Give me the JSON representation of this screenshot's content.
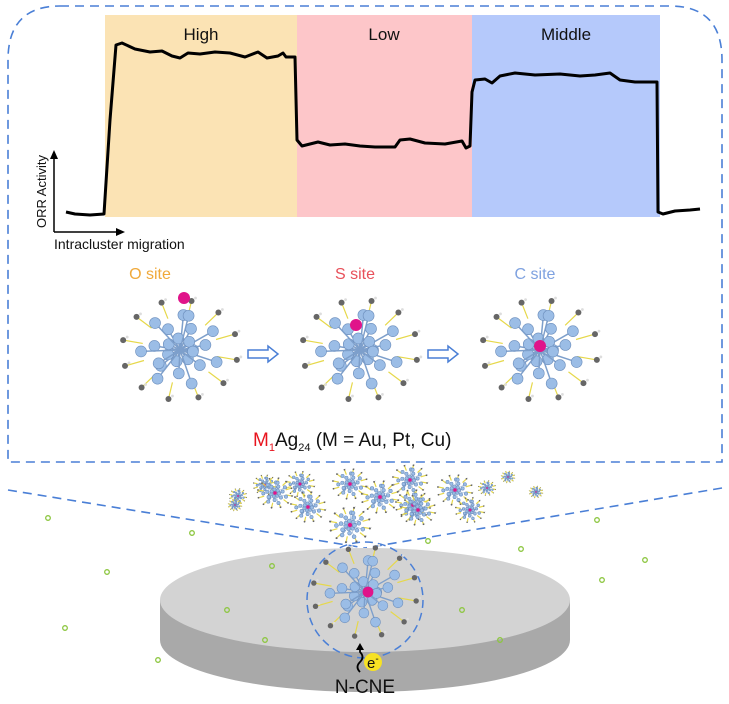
{
  "chart": {
    "bands": [
      {
        "label": "High",
        "color": "#fbe3b4"
      },
      {
        "label": "Low",
        "color": "#fdc6c9"
      },
      {
        "label": "Middle",
        "color": "#b5c9fb"
      }
    ],
    "ylabel": "ORR Activity",
    "xlabel": "Intracluster migration"
  },
  "sites": [
    {
      "label": "O site",
      "color": "#f0a93a"
    },
    {
      "label": "S site",
      "color": "#e8505a"
    },
    {
      "label": "C site",
      "color": "#7fa2e0"
    }
  ],
  "formula": {
    "metal": "M",
    "metal_sub": "1",
    "base": "Ag",
    "base_sub": "24",
    "note": " (M = Au, Pt, Cu)",
    "metal_color": "#e8141e"
  },
  "electrode": {
    "label": "N-CNE",
    "electron": "e",
    "electron_sup": "-"
  },
  "colors": {
    "dash": "#4a7fd6",
    "cluster": "#9bbde6",
    "sulfur": "#e6d84a",
    "dopant": "#e0148a",
    "disk_top": "#d4d4d4",
    "disk_side": "#a8a8a8",
    "bubble": "#8cc63f"
  }
}
